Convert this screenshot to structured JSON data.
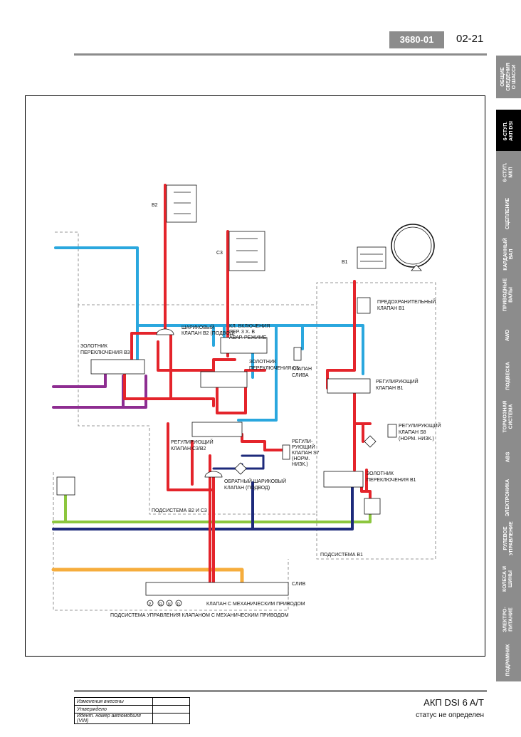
{
  "header": {
    "code": "3680-01",
    "page": "02-21"
  },
  "side_tabs": [
    {
      "label": "ОБЩИЕ\nСВЕДЕНИЯ\nО ШАССИ",
      "active": false
    },
    {
      "label": "6-СТУП.\nАКП DSI",
      "active": true
    },
    {
      "label": "6-СТУП.\nМКП",
      "active": false
    },
    {
      "label": "СЦЕПЛЕНИЕ",
      "active": false
    },
    {
      "label": "КАРДАННЫЙ\nВАЛ",
      "active": false
    },
    {
      "label": "ПРИВОДНЫЕ\nВАЛЫ",
      "active": false
    },
    {
      "label": "AWD",
      "active": false
    },
    {
      "label": "ПОДВЕСКА",
      "active": false
    },
    {
      "label": "ТОРМОЗНАЯ\nСИСТЕМА",
      "active": false
    },
    {
      "label": "ABS",
      "active": false
    },
    {
      "label": "ЭЛЕКТРОНИКА",
      "active": false
    },
    {
      "label": "РУЛЕВОЕ\nУПРАВЛЕНИЕ",
      "active": false
    },
    {
      "label": "КОЛЕСА И\nШИНЫ",
      "active": false
    },
    {
      "label": "ЭЛЕКТРО-\nПИТАНИЕ",
      "active": false
    },
    {
      "label": "ПОДРАМНИК",
      "active": false
    }
  ],
  "diagram": {
    "labels": {
      "b2": "B2",
      "c3": "C3",
      "b1": "B1",
      "ball_b2": "ШАРИКОВЫЙ",
      "ball_b2_2": "КЛАПАН B2 (ПОДВОД)",
      "kl_vkl": "КЛ. ВКЛЮЧЕНИЯ",
      "kl_vkl_2": "ПЕР. 3 Х. В",
      "kl_vkl_3": "АВАР. РЕЖИМЕ",
      "zol_b3": "ЗОЛОТНИК",
      "zol_b3_2": "ПЕРЕКЛЮЧЕНИЯ B3",
      "zol_c3": "ЗОЛОТНИК",
      "zol_c3_2": "ПЕРЕКЛЮЧЕНИЯ C3",
      "drain": "КЛАПАН",
      "drain_2": "СЛИВА",
      "safety_b1": "ПРЕДОХРАНИТЕЛЬНЫЙ",
      "safety_b1_2": "КЛАПАН B1",
      "reg_b1": "РЕГУЛИРУЮЩИЙ",
      "reg_b1_2": "КЛАПАН B1",
      "reg_c3b2": "РЕГУЛИРУЮЩИЙ",
      "reg_c3b2_2": "КЛАПАН C3/B2",
      "reg_s7": "РЕГУЛИ-",
      "reg_s7_2": "РУЮЩИЙ",
      "reg_s7_3": "КЛАПАН S7",
      "reg_s7_4": "(НОРМ.",
      "reg_s7_5": "НИЗК.)",
      "reg_s8": "РЕГУЛИРУЮЩИЙ",
      "reg_s8_2": "КЛАПАН S8",
      "reg_s8_3": "(НОРМ. НИЗК.)",
      "zol_b1": "ЗОЛОТНИК",
      "zol_b1_2": "ПЕРЕКЛЮЧЕНИЯ B1",
      "check_ball": "ОБРАТНЫЙ ШАРИКОВЫЙ",
      "check_ball_2": "КЛАПАН (ПОДВОД)",
      "sub_b2c3": "ПОДСИСТЕМА B2 И C3",
      "sub_b1": "ПОДСИСТЕМА B1",
      "drain_out": "СЛИВ",
      "manual_valve": "КЛАПАН С МЕХАНИЧЕСКИМ ПРИВОДОМ",
      "sub_manual": "ПОДСИСТЕМА УПРАВЛЕНИЯ КЛАПАНОМ С МЕХАНИЧЕСКИМ ПРИВОДОМ",
      "p": "P",
      "r": "R",
      "n": "N",
      "d": "D"
    },
    "colors": {
      "red": "#e4242b",
      "blue": "#2aa7de",
      "purple": "#8e2d91",
      "green": "#8cc63e",
      "navy": "#1d2a7b",
      "orange": "#f6ad3c",
      "dashed": "#777777"
    }
  },
  "footer": {
    "rows": [
      "Изменения внесены",
      "Утверждено",
      "Идент. номер автомобиля (VIN)"
    ],
    "title": "АКП DSI 6 A/T",
    "status": "статус не определен"
  }
}
